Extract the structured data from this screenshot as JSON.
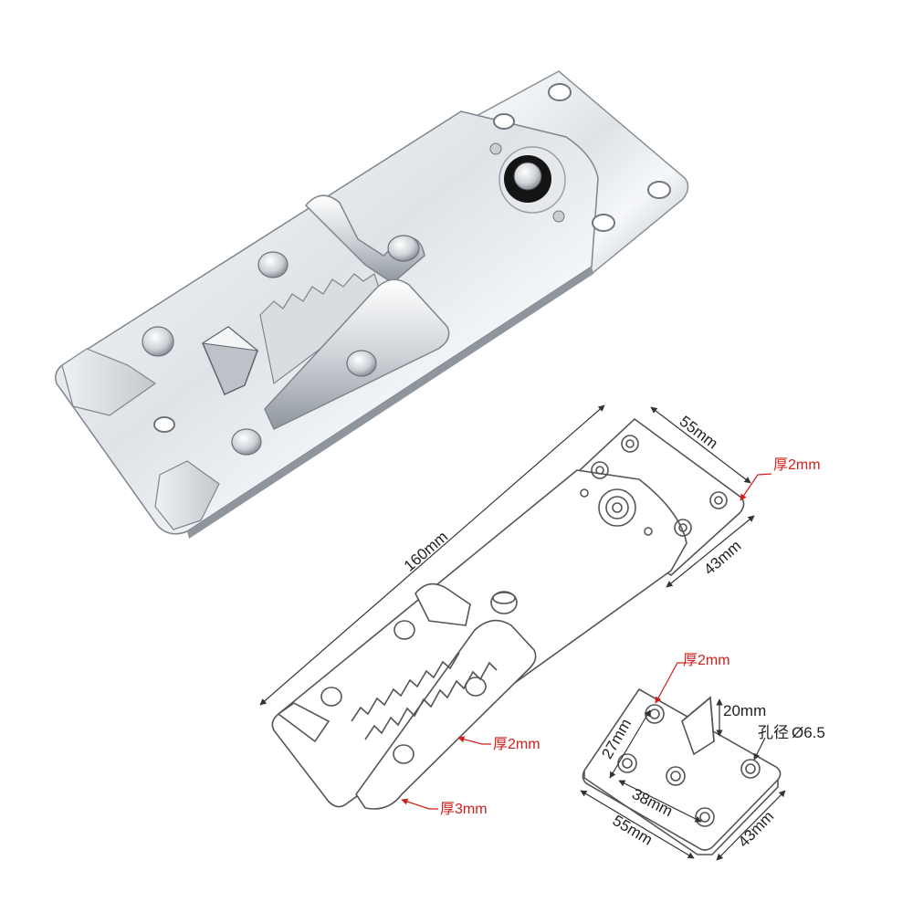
{
  "photo": {
    "subject": "sofa-connector-bracket"
  },
  "drawing": {
    "length": "160mm",
    "top_plate_width": "55mm",
    "top_plate_height": "43mm",
    "top_plate_thickness": "厚2mm",
    "hook_plate_thickness": "厚2mm",
    "tip_thickness": "厚3mm"
  },
  "small_plate": {
    "thickness": "厚2mm",
    "spike_height": "20mm",
    "hole_label": "孔径",
    "hole_diameter": "Ø6.5",
    "hole_spacing_short": "27mm",
    "hole_spacing_long": "38mm",
    "width": "55mm",
    "height": "43mm"
  },
  "colors": {
    "callout": "#d0201c",
    "metal_light": "#f2f4f6",
    "metal_dark": "#7e858c",
    "line": "#555555"
  }
}
